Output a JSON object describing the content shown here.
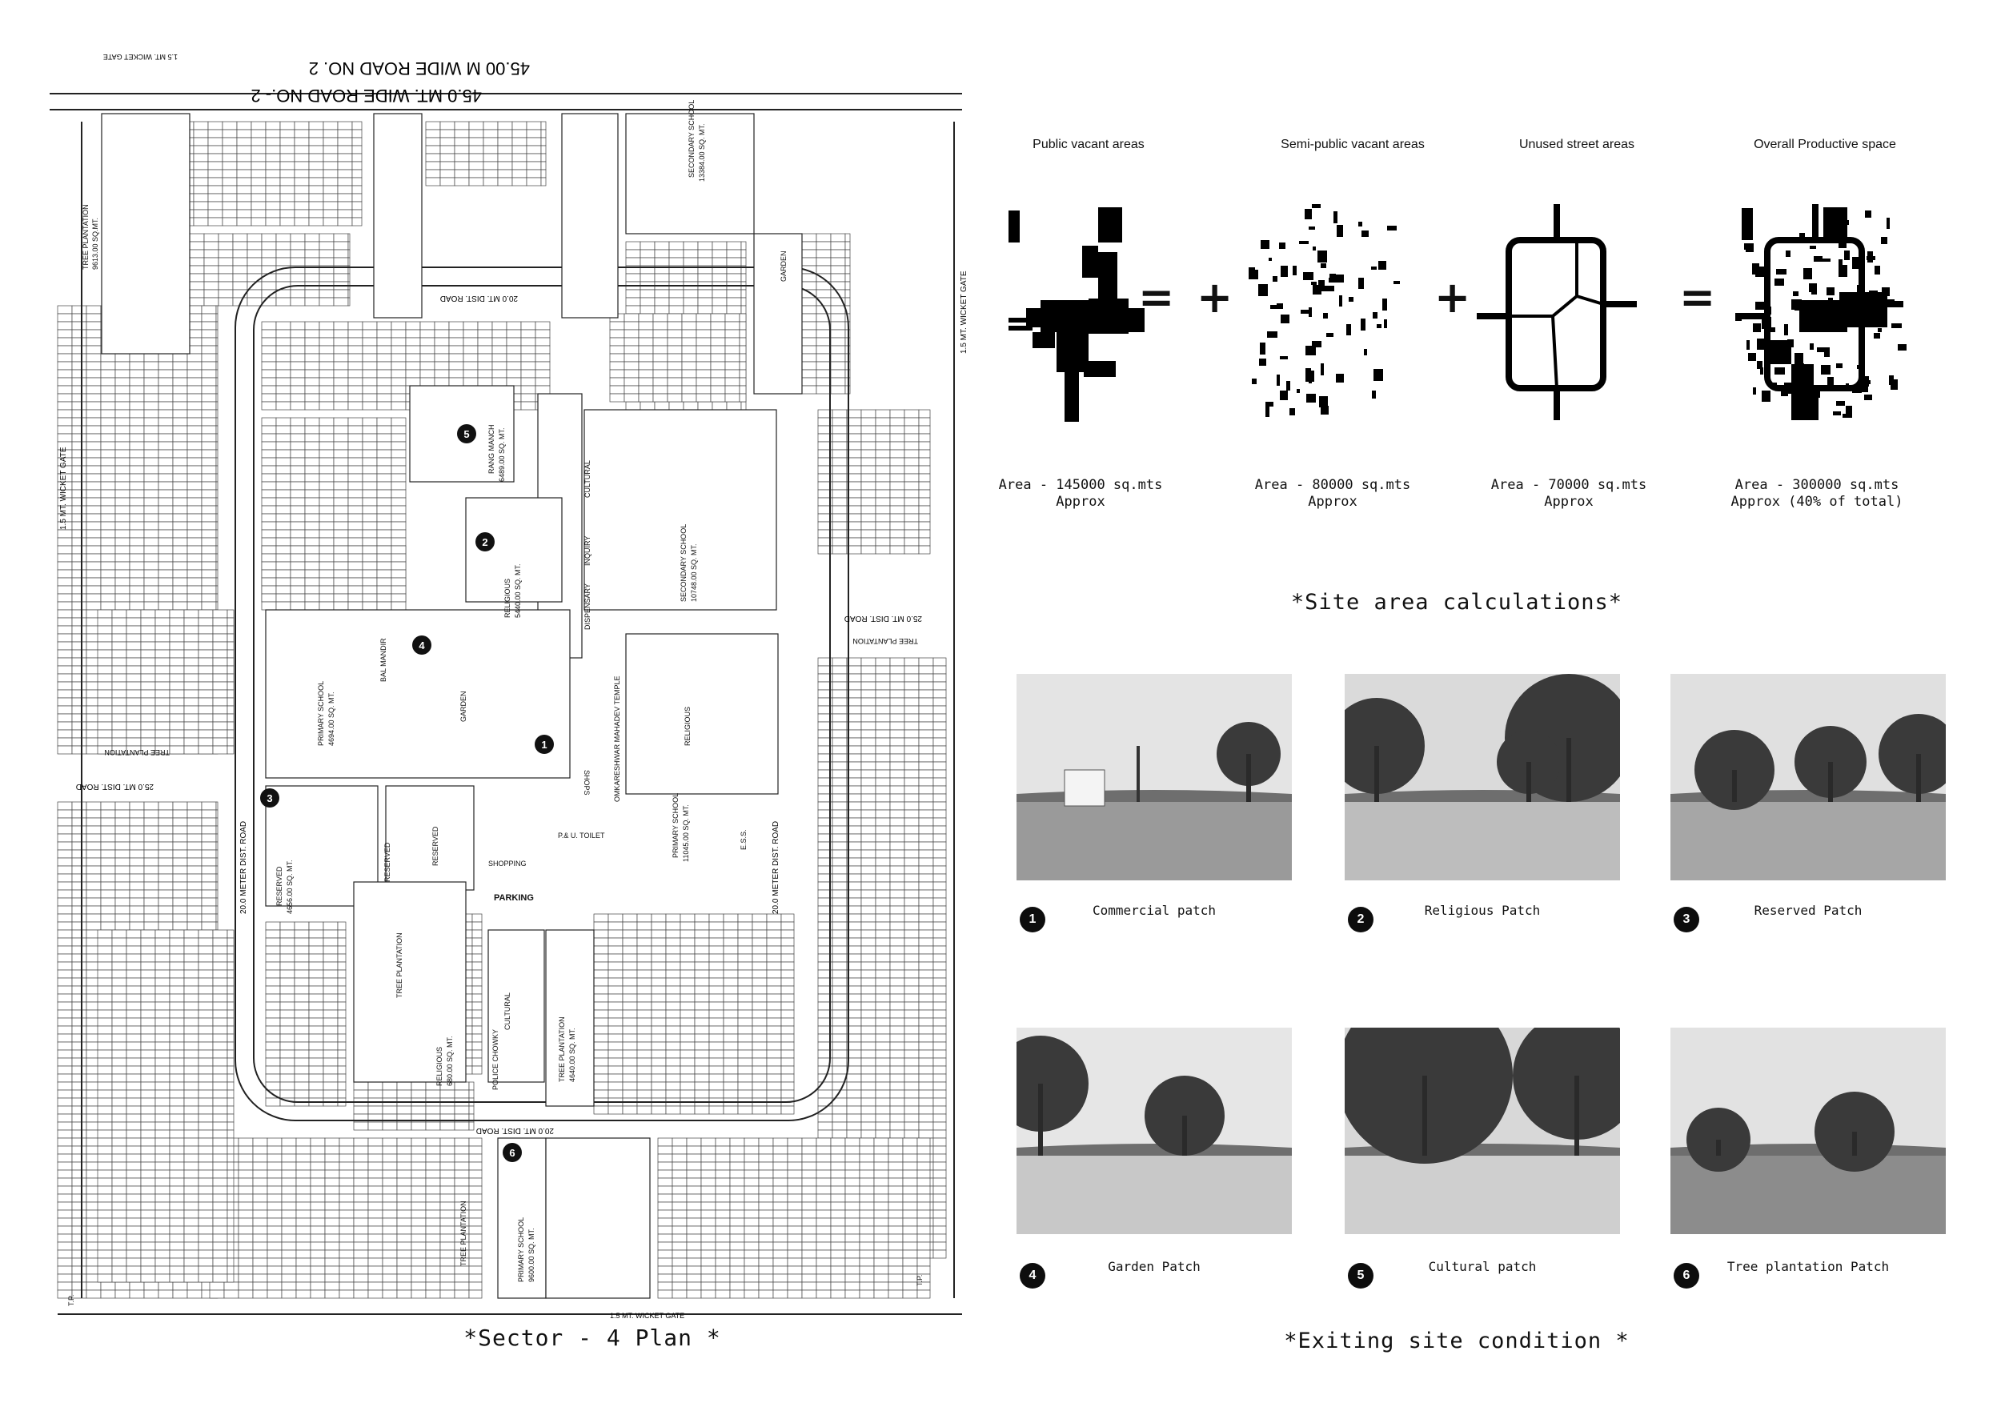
{
  "plan": {
    "title": "*Sector - 4 Plan *",
    "top_road_1": "45.00 M WIDE ROAD NO. 2",
    "top_road_2": "45.0 MT. WIDE ROAD NO.- 2",
    "wicket_gate": "1.5 MT. WICKET GATE",
    "ring_road": "20.0 MT. DIST. ROAD",
    "side_dist_road": "25.0 MT. DIST. ROAD",
    "meter_dist_road": "20.0 METER DIST. ROAD",
    "tree_plantation": "TREE PLANTATION",
    "labels": {
      "secondary_school_top": "SECONDARY SCHOOL",
      "secondary_school_top_area": "13384.00 SQ. MT.",
      "tree_plantation_tl_area": "9613.00 SQ.MT.",
      "garden_right": "GARDEN",
      "rang_manch": "RANG MANCH",
      "rang_manch_area": "6489.00 SQ. MT.",
      "cultural": "CULTURAL",
      "inquiry": "INQUIRY",
      "dispensary": "DISPENSARY",
      "secondary_school_mid": "SECONDARY SCHOOL",
      "secondary_school_mid_area": "10748.00 SQ. MT.",
      "religious_mid": "RELIGIOUS",
      "religious_mid_area": "5440.00 SQ. MT.",
      "bal_mandir": "BAL MANDIR",
      "garden_mid": "GARDEN",
      "primary_school_mid": "PRIMARY SCHOOL",
      "primary_school_mid_area": "4694.00 SQ. MT.",
      "temple": "OMKARESHWAR MAHADEV TEMPLE",
      "religious_right": "RELIGIOUS",
      "primary_school_right": "PRIMARY SCHOOL",
      "primary_school_right_area": "11045.00 SQ. MT.",
      "ess": "E.S.S.",
      "shops": "SHOPS",
      "p_u_toilet": "P.& U. TOILET",
      "shopping": "SHOPPING",
      "reserved_main": "RESERVED",
      "reserved_main_area": "4656.00 SQ. MT.",
      "reserved_a": "RESERVED",
      "reserved_b": "RESERVED",
      "parking": "PARKING",
      "tree_plantation_low": "TREE PLANTATION",
      "cultural_low": "CULTURAL",
      "tree_plantation_low2": "TREE PLANTATION",
      "tree_plantation_low2_area": "4640.00 SQ. MT.",
      "religious_low": "RELIGIOUS",
      "religious_low_area": "680.00 SQ. MT.",
      "police_chowky": "POLICE CHOWKY",
      "primary_school_bottom": "PRIMARY SCHOOL",
      "primary_school_bottom_area": "9600.00 SQ. MT.",
      "tp": "T.P."
    },
    "markers": [
      "1",
      "2",
      "3",
      "4",
      "5",
      "6"
    ]
  },
  "calc": {
    "section_title": "*Site area calculations*",
    "items": [
      {
        "heading": "Public vacant areas",
        "area": "Area - 145000 sq.mts\nApprox"
      },
      {
        "heading": "Semi-public vacant areas",
        "area": "Area - 80000 sq.mts\nApprox"
      },
      {
        "heading": "Unused street areas",
        "area": "Area - 70000 sq.mts\nApprox"
      },
      {
        "heading": "Overall Productive space",
        "area": "Area - 300000 sq.mts\nApprox (40% of total)"
      }
    ],
    "operators": [
      "=",
      "+",
      "+",
      "="
    ]
  },
  "conditions": {
    "section_title": "*Exiting site condition *",
    "photos": [
      {
        "num": "1",
        "caption": "Commercial patch"
      },
      {
        "num": "2",
        "caption": "Religious Patch"
      },
      {
        "num": "3",
        "caption": "Reserved Patch"
      },
      {
        "num": "4",
        "caption": "Garden Patch"
      },
      {
        "num": "5",
        "caption": "Cultural patch"
      },
      {
        "num": "6",
        "caption": "Tree plantation Patch"
      }
    ]
  }
}
